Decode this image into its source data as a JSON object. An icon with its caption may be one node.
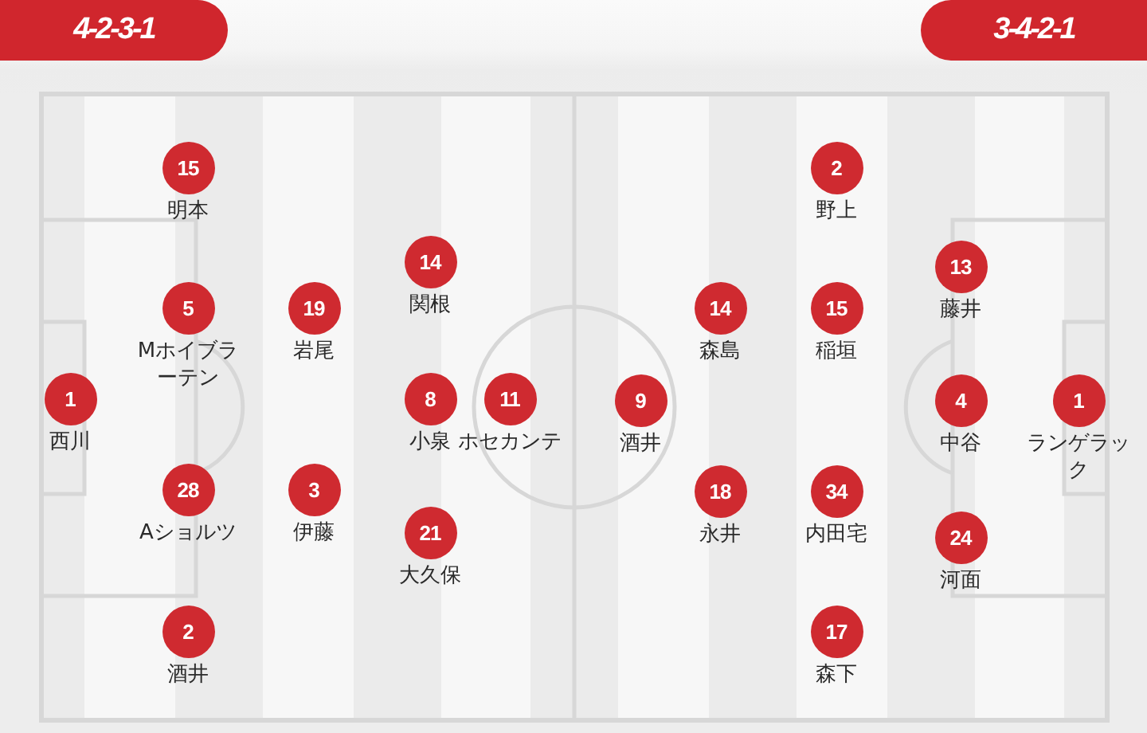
{
  "diagram": {
    "nodes": [
      {
        "text": [
          "4-2-3-1"
        ]
      },
      {
        "text": [
          "3-4-2-1"
        ]
      },
      {
        "text": [
          "1"
        ],
        "beside": [
          "西川"
        ]
      },
      {
        "text": [
          "15"
        ],
        "beside": [
          "明本"
        ]
      },
      {
        "text": [
          "5"
        ],
        "beside": [
          "Mホイブラーテン"
        ]
      },
      {
        "text": [
          "28"
        ],
        "beside": [
          "Aショルツ"
        ]
      },
      {
        "text": [
          "2"
        ],
        "beside": [
          "酒井"
        ]
      },
      {
        "text": [
          "19"
        ],
        "beside": [
          "岩尾"
        ]
      },
      {
        "text": [
          "3"
        ],
        "beside": [
          "伊藤"
        ]
      },
      {
        "text": [
          "14"
        ],
        "beside": [
          "関根"
        ]
      },
      {
        "text": [
          "8"
        ],
        "beside": [
          "小泉"
        ]
      },
      {
        "text": [
          "21"
        ],
        "beside": [
          "大久保"
        ]
      },
      {
        "text": [
          "11"
        ],
        "beside": [
          "ホセカンテ"
        ]
      },
      {
        "text": [
          "9"
        ],
        "beside": [
          "酒井"
        ]
      },
      {
        "text": [
          "14"
        ],
        "beside": [
          "森島"
        ]
      },
      {
        "text": [
          "18"
        ],
        "beside": [
          "永井"
        ]
      },
      {
        "text": [
          "2"
        ],
        "beside": [
          "野上"
        ]
      },
      {
        "text": [
          "15"
        ],
        "beside": [
          "稲垣"
        ]
      },
      {
        "text": [
          "34"
        ],
        "beside": [
          "内田宅"
        ]
      },
      {
        "text": [
          "17"
        ],
        "beside": [
          "森下"
        ]
      },
      {
        "text": [
          "13"
        ],
        "beside": [
          "藤井"
        ]
      },
      {
        "text": [
          "4"
        ],
        "beside": [
          "中谷"
        ]
      },
      {
        "text": [
          "24"
        ],
        "beside": [
          "河面"
        ]
      },
      {
        "text": [
          "1"
        ],
        "beside": [
          "ランゲラック"
        ]
      }
    ]
  }
}
